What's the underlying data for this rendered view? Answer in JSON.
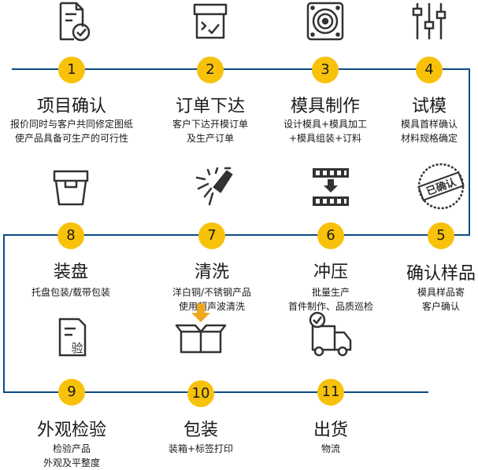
{
  "colors": {
    "line": "#0b4a86",
    "badge": "#f8c10a",
    "accent": "#f0a820"
  },
  "steps": [
    {
      "num": "1",
      "title": "项目确认",
      "desc1": "报价同时与客户共同修定图纸",
      "desc2": "使产品具备可生产的可行性",
      "icon": "document-check-icon"
    },
    {
      "num": "2",
      "title": "订单下达",
      "desc1": "客户下达开模订单",
      "desc2": "及生产订单",
      "icon": "box-check-icon"
    },
    {
      "num": "3",
      "title": "模具制作",
      "desc1": "设计模具+模具加工",
      "desc2": "+模具组装+订料",
      "icon": "speaker-mold-icon"
    },
    {
      "num": "4",
      "title": "试模",
      "desc1": "模具首样确认",
      "desc2": "材料规格确定",
      "icon": "sliders-icon"
    },
    {
      "num": "5",
      "title": "确认样品",
      "desc1": "模具样品寄",
      "desc2": "客户确认",
      "icon": "stamp-icon",
      "stamp": "已确认"
    },
    {
      "num": "6",
      "title": "冲压",
      "desc1": "批量生产",
      "desc2": "首件制作、品质巡检",
      "icon": "press-icon"
    },
    {
      "num": "7",
      "title": "清洗",
      "desc1": "洋白铜/不锈钢产品",
      "desc2": "使用超声波清洗",
      "icon": "spray-icon"
    },
    {
      "num": "8",
      "title": "装盘",
      "desc1": "托盘包装/载带包装",
      "desc2": "",
      "icon": "tray-icon"
    },
    {
      "num": "9",
      "title": "外观检验",
      "desc1": "检验产品",
      "desc2": "外观及平整度",
      "icon": "inspection-doc-icon",
      "iconText": "验"
    },
    {
      "num": "10",
      "title": "包装",
      "desc1": "装箱+标签打印",
      "desc2": "",
      "icon": "package-icon"
    },
    {
      "num": "11",
      "title": "出货",
      "desc1": "物流",
      "desc2": "",
      "icon": "delivery-truck-icon"
    }
  ]
}
